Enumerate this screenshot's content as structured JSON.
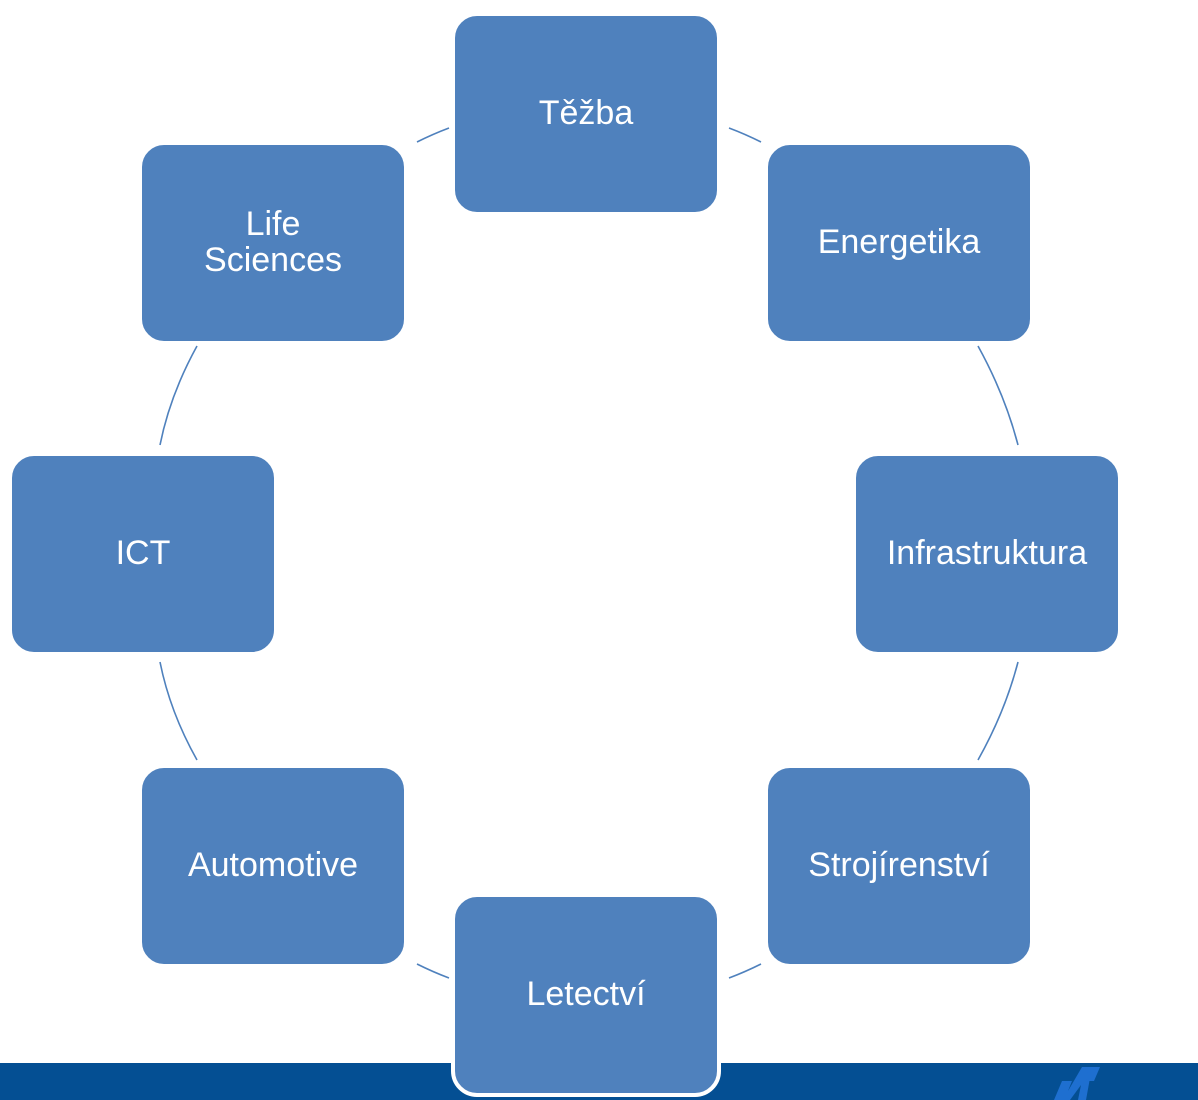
{
  "diagram": {
    "nodes": [
      {
        "id": "tezba",
        "label": "Těžba"
      },
      {
        "id": "energetika",
        "label": "Energetika"
      },
      {
        "id": "infrastruktura",
        "label": "Infrastruktura"
      },
      {
        "id": "strojirenstvi",
        "label": "Strojírenství"
      },
      {
        "id": "letectvi",
        "label": "Letectví"
      },
      {
        "id": "automotive",
        "label": "Automotive"
      },
      {
        "id": "ict",
        "label": "ICT"
      },
      {
        "id": "life-sciences",
        "label": "Life Sciences"
      }
    ],
    "cycle": [
      "tezba",
      "energetika",
      "infrastruktura",
      "strojirenstvi",
      "letectvi",
      "automotive",
      "ict",
      "life-sciences"
    ]
  },
  "colors": {
    "node_fill": "#4f81bd",
    "node_border": "#ffffff",
    "connector": "#4f81bd",
    "bottom_bar": "#044f93",
    "logo": "#1e6fd0"
  },
  "icons": {
    "logo": "n-logo-icon"
  }
}
